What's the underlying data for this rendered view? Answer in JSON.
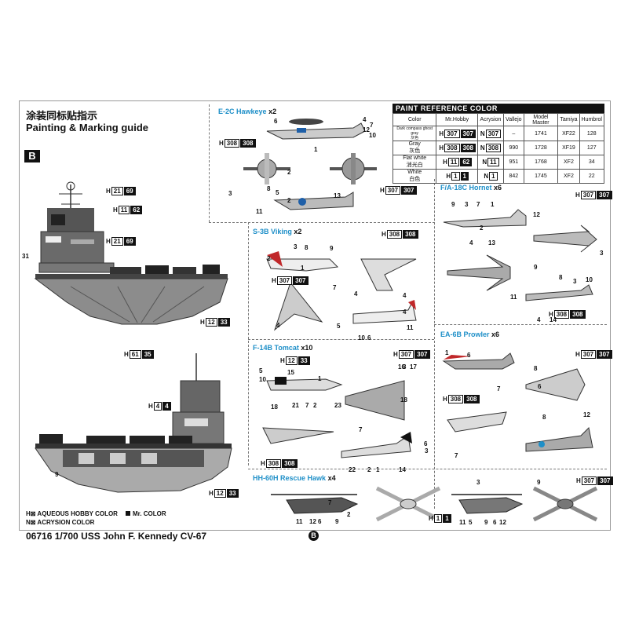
{
  "header": {
    "title_cn": "涂装同标贴指示",
    "title_en": "Painting & Marking guide",
    "section_badge": "B"
  },
  "ship_callouts": {
    "c1": {
      "pfx": "H",
      "box": "21",
      "blk": "69"
    },
    "c2": {
      "pfx": "H",
      "box": "11",
      "blk": "62"
    },
    "c3": {
      "pfx": "H",
      "box": "21",
      "blk": "69"
    },
    "c4": {
      "pfx": "H",
      "box": "12",
      "blk": "33"
    },
    "c5": {
      "pfx": "H",
      "box": "61",
      "blk": "35"
    },
    "c6": {
      "pfx": "H",
      "box": "4",
      "blk": "4"
    },
    "c7": {
      "pfx": "H",
      "box": "12",
      "blk": "33"
    },
    "n31": "31",
    "n9": "9"
  },
  "paint_table": {
    "title": "PAINT  REFERENCE COLOR",
    "headers": [
      "Color",
      "Mr.Hobby",
      "Acrysion",
      "Vallejo",
      "Model Master",
      "Tamiya",
      "Humbrol"
    ],
    "rows": [
      {
        "color": "Dark compass ghost gray",
        "color_cn": "灰色",
        "mrh_pfx": "H",
        "mrh_box": "307",
        "mrh_blk": "307",
        "acr_pfx": "N",
        "acr_box": "307",
        "vallejo": "–",
        "mm": "1741",
        "tamiya": "XF22",
        "humbrol": "128"
      },
      {
        "color": "Gray",
        "color_cn": "灰色",
        "mrh_pfx": "H",
        "mrh_box": "308",
        "mrh_blk": "308",
        "acr_pfx": "N",
        "acr_box": "308",
        "vallejo": "990",
        "mm": "1728",
        "tamiya": "XF19",
        "humbrol": "127"
      },
      {
        "color": "Flat white",
        "color_cn": "消光白",
        "mrh_pfx": "H",
        "mrh_box": "11",
        "mrh_blk": "62",
        "acr_pfx": "N",
        "acr_box": "11",
        "vallejo": "951",
        "mm": "1768",
        "tamiya": "XF2",
        "humbrol": "34"
      },
      {
        "color": "White",
        "color_cn": "白色",
        "mrh_pfx": "H",
        "mrh_box": "1",
        "mrh_blk": "1",
        "acr_pfx": "N",
        "acr_box": "1",
        "vallejo": "842",
        "mm": "1745",
        "tamiya": "XF2",
        "humbrol": "22"
      }
    ]
  },
  "sections": {
    "hawkeye": {
      "name": "E-2C Hawkeye",
      "mult": "x2",
      "code": {
        "pfx": "H",
        "box": "308",
        "blk": "308"
      },
      "code2": {
        "pfx": "H",
        "box": "307",
        "blk": "307"
      },
      "nums": [
        "6",
        "4",
        "7",
        "12",
        "10",
        "1",
        "2",
        "3",
        "8",
        "5",
        "2",
        "11",
        "13"
      ]
    },
    "hornet": {
      "name": "F/A-18C Hornet",
      "mult": "x6",
      "code": {
        "pfx": "H",
        "box": "307",
        "blk": "307"
      },
      "code2": {
        "pfx": "H",
        "box": "308",
        "blk": "308"
      },
      "nums": [
        "9",
        "3",
        "7",
        "1",
        "12",
        "2",
        "13",
        "4",
        "3",
        "9",
        "8",
        "3",
        "10",
        "11",
        "4",
        "14"
      ]
    },
    "viking": {
      "name": "S-3B Viking",
      "mult": "x2",
      "code": {
        "pfx": "H",
        "box": "308",
        "blk": "308"
      },
      "code2": {
        "pfx": "H",
        "box": "307",
        "blk": "307"
      },
      "nums": [
        "3",
        "8",
        "9",
        "2",
        "1",
        "7",
        "4",
        "4",
        "4",
        "4",
        "6",
        "10",
        "11",
        "5"
      ]
    },
    "tomcat": {
      "name": "F-14B Tomcat",
      "mult": "x10",
      "code": {
        "pfx": "H",
        "box": "12",
        "blk": "33"
      },
      "code2": {
        "pfx": "H",
        "box": "307",
        "blk": "307"
      },
      "code3": {
        "pfx": "H",
        "box": "308",
        "blk": "308"
      },
      "nums": [
        "5",
        "15",
        "10",
        "1",
        "3",
        "21",
        "7",
        "2",
        "23",
        "16",
        "17",
        "18",
        "18",
        "7",
        "6",
        "3",
        "22",
        "2",
        "1",
        "14"
      ]
    },
    "prowler": {
      "name": "EA-6B Prowler",
      "mult": "x6",
      "code": {
        "pfx": "H",
        "box": "307",
        "blk": "307"
      },
      "code2": {
        "pfx": "H",
        "box": "308",
        "blk": "308"
      },
      "nums": [
        "1",
        "6",
        "8",
        "7",
        "6",
        "12",
        "8",
        "7"
      ]
    },
    "rescue": {
      "name": "HH-60H Rescue Hawk",
      "mult": "x4",
      "code": {
        "pfx": "H",
        "box": "1",
        "blk": "1"
      },
      "code2": {
        "pfx": "H",
        "box": "307",
        "blk": "307"
      },
      "nums": [
        "11",
        "12",
        "6",
        "9",
        "2",
        "7",
        "11",
        "5",
        "9",
        "6",
        "12",
        "3",
        "9"
      ]
    }
  },
  "legend": {
    "l1_sym": "H⊠",
    "l1_text": "AQUEOUS HOBBY COLOR",
    "l2_text": "Mr. COLOR",
    "l3_sym": "N⊠",
    "l3_text": "ACRYSION COLOR"
  },
  "footer": {
    "text": "06716 1/700 USS John F. Kennedy CV-67",
    "badge": "B"
  },
  "colors": {
    "accent": "#1e8fc8",
    "ink": "#111111",
    "hull": "#7a7a7a"
  }
}
